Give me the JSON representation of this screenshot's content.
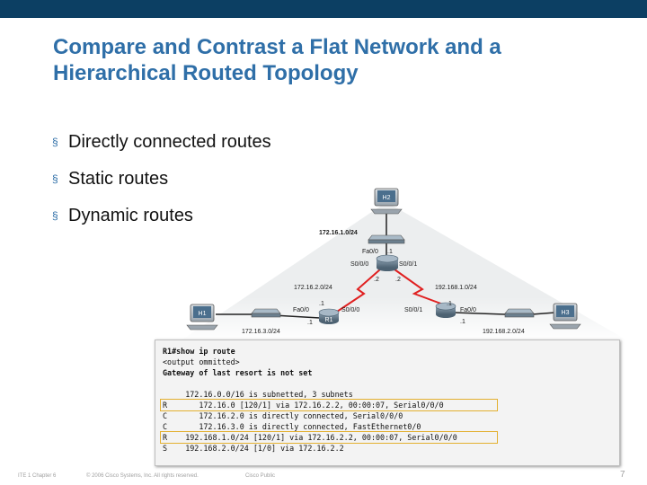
{
  "slide": {
    "title_line1": "Compare and Contrast a Flat Network and a",
    "title_line2": "Hierarchical Routed Topology",
    "bullets": [
      "Directly connected routes",
      "Static routes",
      "Dynamic routes"
    ],
    "bullet_marker": "§"
  },
  "diagram": {
    "hosts": {
      "h1": "H1",
      "h2": "H2",
      "h3": "H3"
    },
    "routers": {
      "r1": "R1"
    },
    "networks": {
      "top": "172.16.1.0/24",
      "left_serial": "172.16.2.0/24",
      "right_serial": "192.168.1.0/24",
      "left_lan": "172.16.3.0/24",
      "right_lan": "192.168.2.0/24"
    },
    "interfaces": {
      "r2_fa": "Fa0/0",
      "r2_fa_ip": ".1",
      "r2_s0": "S0/0/0",
      "r2_s0_ip": ".2",
      "r2_s1": "S0/0/1",
      "r2_s1_ip": ".2",
      "r1_fa": "Fa0/0",
      "r1_fa_ip": ".1",
      "r1_s0": "S0/0/0",
      "r1_s0_ip": ".1",
      "r3_s1": "S0/0/1",
      "r3_s1_ip": ".1",
      "r3_fa": "Fa0/0",
      "r3_fa_ip": ".1"
    }
  },
  "cli": {
    "lines": [
      "R1#show ip route",
      "<output ommitted>",
      "Gateway of last resort is not set",
      "     172.16.0.0/16 is subnetted, 3 subnets",
      "R       172.16.0 [120/1] via 172.16.2.2, 00:00:07, Serial0/0/0",
      "C       172.16.2.0 is directly connected, Serial0/0/0",
      "C       172.16.3.0 is directly connected, FastEthernet0/0",
      "R    192.168.1.0/24 [120/1] via 172.16.2.2, 00:00:07, Serial0/0/0",
      "S    192.168.2.0/24 [1/0] via 172.16.2.2"
    ]
  },
  "footer": {
    "left": "ITE 1 Chapter 6",
    "copyright": "© 2006 Cisco Systems, Inc. All rights reserved.",
    "classification": "Cisco Public",
    "page": "7"
  },
  "colors": {
    "topbar": "#0c3f63",
    "title": "#2f6fa8",
    "highlight": "#e3b030",
    "serial_link": "#e02020"
  }
}
